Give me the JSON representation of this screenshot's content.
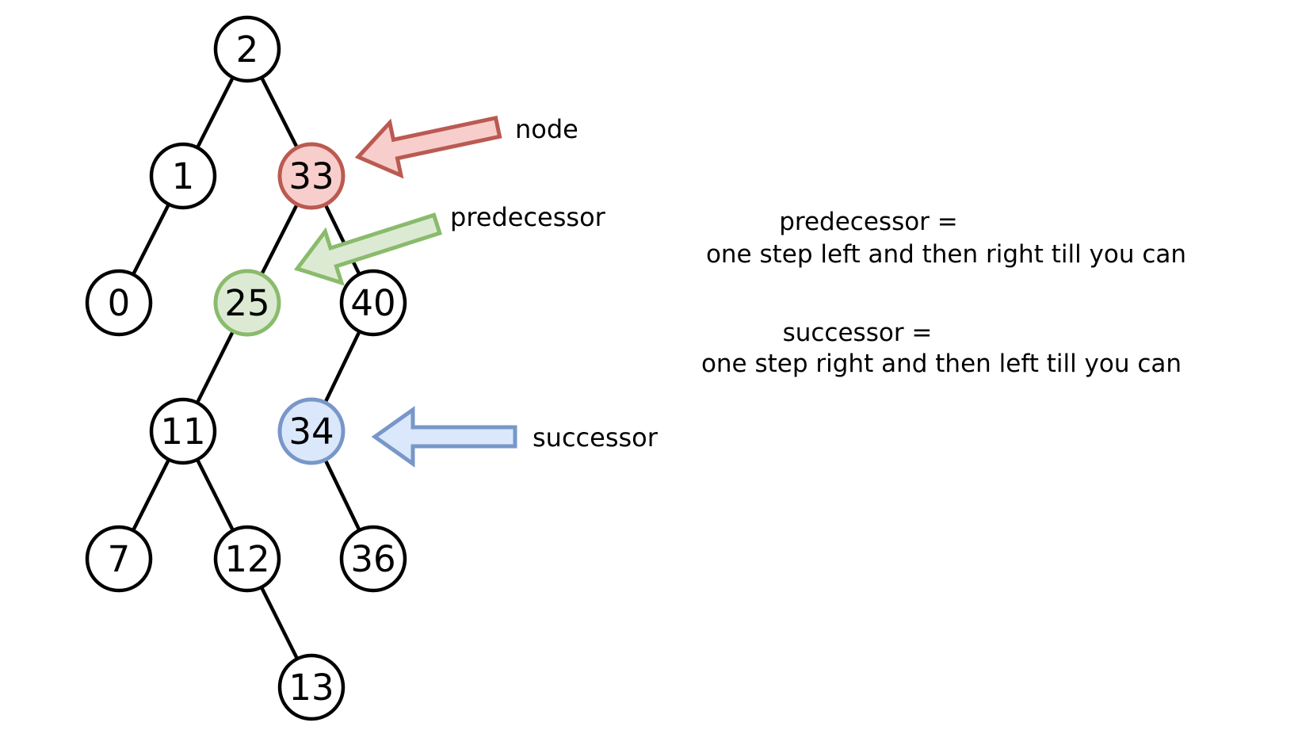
{
  "page": {
    "background": "#ffffff",
    "description": "Binary search tree diagram illustrating predecessor and successor of a node"
  },
  "tree": {
    "type": "binary-search-tree",
    "nodes": [
      {
        "id": "2",
        "value": "2",
        "highlight": "none"
      },
      {
        "id": "1",
        "value": "1",
        "highlight": "none"
      },
      {
        "id": "33",
        "value": "33",
        "highlight": "red",
        "annotation": "node"
      },
      {
        "id": "0",
        "value": "0",
        "highlight": "none"
      },
      {
        "id": "25",
        "value": "25",
        "highlight": "green",
        "annotation": "predecessor"
      },
      {
        "id": "40",
        "value": "40",
        "highlight": "none"
      },
      {
        "id": "11",
        "value": "11",
        "highlight": "none"
      },
      {
        "id": "34",
        "value": "34",
        "highlight": "blue",
        "annotation": "successor"
      },
      {
        "id": "7",
        "value": "7",
        "highlight": "none"
      },
      {
        "id": "12",
        "value": "12",
        "highlight": "none"
      },
      {
        "id": "36",
        "value": "36",
        "highlight": "none"
      },
      {
        "id": "13",
        "value": "13",
        "highlight": "none"
      }
    ],
    "edges": [
      [
        "2",
        "1"
      ],
      [
        "2",
        "33"
      ],
      [
        "1",
        "0"
      ],
      [
        "33",
        "25"
      ],
      [
        "33",
        "40"
      ],
      [
        "25",
        "11"
      ],
      [
        "40",
        "34"
      ],
      [
        "11",
        "7"
      ],
      [
        "11",
        "12"
      ],
      [
        "34",
        "36"
      ],
      [
        "12",
        "13"
      ]
    ]
  },
  "labels": {
    "node": "node",
    "predecessor": "predecessor",
    "successor": "successor"
  },
  "notes": {
    "predecessor_title": "predecessor =",
    "predecessor_body": "one step left and then right till you can",
    "successor_title": "successor =",
    "successor_body": "one step right and then left till you can"
  },
  "colors": {
    "red_fill": "#f8cecc",
    "red_stroke": "#bb5a51",
    "green_fill": "#dcead4",
    "green_stroke": "#8abb6c",
    "blue_fill": "#dbe8fb",
    "blue_stroke": "#7897c9",
    "edge": "#000000",
    "text": "#000000"
  }
}
